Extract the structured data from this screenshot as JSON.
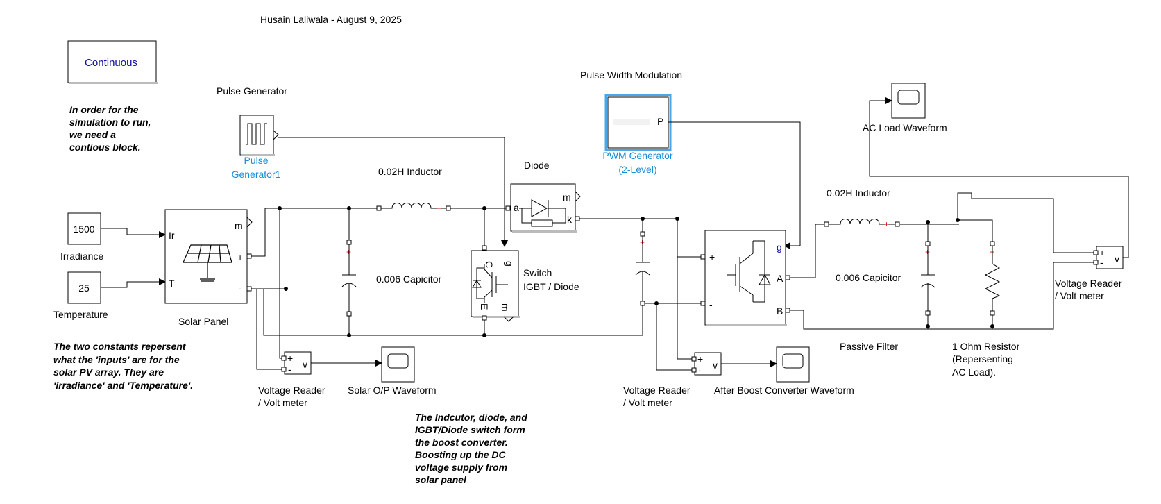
{
  "header": {
    "author_date": "Husain Laliwala - August 9, 2025"
  },
  "colors": {
    "wire": "#000000",
    "accent_blue": "#1a8fd6",
    "selection": "#4aa6e6",
    "plus_mark": "#dd0000",
    "continuous_text": "#1010a0"
  },
  "powergui": {
    "label": "Continuous"
  },
  "notes": {
    "continuous": [
      "In order for the",
      "simulation to run,",
      "we need a",
      "contious block."
    ],
    "inputs": [
      "The two constants repersent",
      "what the 'inputs' are for the",
      "solar PV array. They are",
      "'irradiance' and 'Temperature'."
    ],
    "boost": [
      "The Indcutor, diode, and",
      "IGBT/Diode switch form",
      "the boost converter.",
      "Boosting up the DC",
      "voltage supply from",
      "solar panel"
    ]
  },
  "blocks": {
    "irradiance": {
      "value": "1500",
      "label": "Irradiance"
    },
    "temperature": {
      "value": "25",
      "label": "Temperature"
    },
    "solar_panel": {
      "label": "Solar Panel",
      "port_ir": "Ir",
      "port_t": "T",
      "port_m": "m",
      "port_plus": "+",
      "port_minus": "-"
    },
    "pulse_generator": {
      "title": "Pulse Generator",
      "name_line1": "Pulse",
      "name_line2": "Generator1"
    },
    "inductor1": {
      "label": "0.02H Inductor"
    },
    "capacitor1": {
      "label": "0.006 Capicitor"
    },
    "diode": {
      "title": "Diode",
      "port_a": "a",
      "port_k": "k",
      "port_m": "m"
    },
    "switch": {
      "label_line1": "Switch",
      "label_line2": "IGBT / Diode",
      "port_c": "C",
      "port_g": "g",
      "port_e": "E",
      "port_m": "m"
    },
    "pwm": {
      "title": "Pulse Width Modulation",
      "name_line1": "PWM Generator",
      "name_line2": "(2-Level)",
      "port_p": "P"
    },
    "bridge": {
      "port_g": "g",
      "port_a": "A",
      "port_b": "B",
      "port_plus": "+",
      "port_minus": "-"
    },
    "inductor2": {
      "label": "0.02H Inductor"
    },
    "capacitor2": {
      "label": "0.006 Capicitor"
    },
    "passive_filter": {
      "label": "Passive Filter"
    },
    "resistor": {
      "label_line1": "1 Ohm Resistor",
      "label_line2": "(Repersenting",
      "label_line3": "AC Load)."
    },
    "vm1": {
      "label_line1": "Voltage Reader",
      "label_line2": "/ Volt meter",
      "port_v": "v"
    },
    "vm2": {
      "label_line1": "Voltage Reader",
      "label_line2": "/ Volt meter",
      "port_v": "v"
    },
    "vm3": {
      "label_line1": "Voltage Reader",
      "label_line2": "/ Volt meter",
      "port_v": "v"
    },
    "scope_solar": {
      "label": "Solar O/P Waveform"
    },
    "scope_boost": {
      "label": "After Boost Converter Waveform"
    },
    "scope_ac": {
      "label": "AC Load Waveform"
    }
  }
}
